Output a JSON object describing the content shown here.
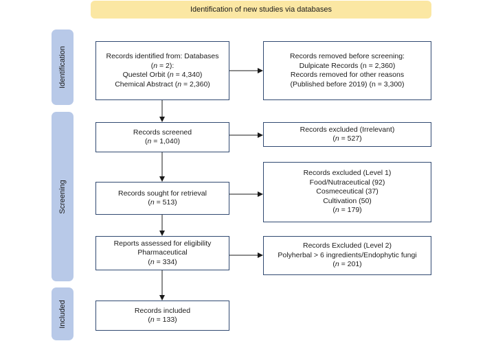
{
  "header": {
    "title": "Identification of new studies via databases"
  },
  "phases": {
    "identification": "Identification",
    "screening": "Screening",
    "included": "Included"
  },
  "boxes": {
    "records_identified": {
      "line1": "Records identified from: Databases",
      "line2_pre": "(",
      "line2_n": "n",
      "line2_post": " = 2):",
      "line3_pre": "Questel Orbit (",
      "line3_n": "n",
      "line3_post": " = 4,340)",
      "line4_pre": "Chemical Abstract (",
      "line4_n": "n",
      "line4_post": " = 2,360)"
    },
    "records_removed": {
      "line1": "Records removed before screening:",
      "line2": "Dulpicate Records (n = 2,360)",
      "line3": "Records removed for other reasons",
      "line4": "(Published before 2019) (n = 3,300)"
    },
    "records_screened": {
      "line1": "Records screened",
      "line2_pre": "(",
      "line2_n": "n",
      "line2_post": " = 1,040)"
    },
    "records_excluded_irrelevant": {
      "line1": "Records excluded (Irrelevant)",
      "line2_pre": "(",
      "line2_n": "n",
      "line2_post": " = 527)"
    },
    "records_sought": {
      "line1": "Records sought for retrieval",
      "line2_pre": "(",
      "line2_n": "n",
      "line2_post": " = 513)"
    },
    "records_excluded_level1": {
      "line1": "Records excluded (Level 1)",
      "line2": "Food/Nutraceutical (92)",
      "line3": "Cosmeceutical (37)",
      "line4": "Cultivation (50)",
      "line5_pre": "(",
      "line5_n": "n",
      "line5_post": " = 179)"
    },
    "reports_assessed": {
      "line1": "Reports assessed for eligibility",
      "line2": "Pharmaceutical",
      "line3_pre": "(",
      "line3_n": "n",
      "line3_post": " = 334)"
    },
    "records_excluded_level2": {
      "line1": "Records Excluded (Level 2)",
      "line2": "Polyherbal > 6 ingredients/Endophytic fungi",
      "line3_pre": "(",
      "line3_n": "n",
      "line3_post": " = 201)"
    },
    "records_included": {
      "line1": "Records included",
      "line2_pre": "(",
      "line2_n": "n",
      "line2_post": " = 133)"
    }
  },
  "colors": {
    "header_bg": "#fbe7a3",
    "phase_bg": "#b8c9e8",
    "box_border": "#2f4870"
  }
}
